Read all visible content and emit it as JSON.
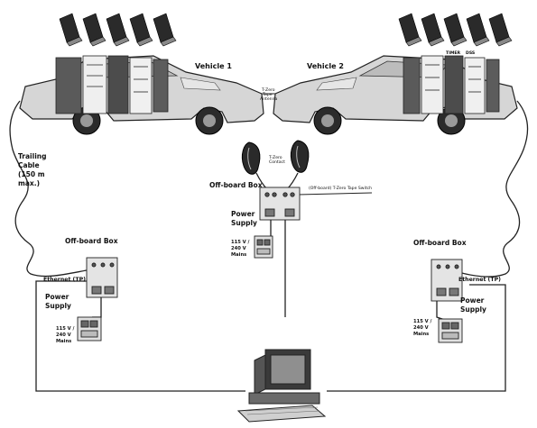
{
  "labels": {
    "vehicle1": "Vehicle 1",
    "vehicle2": "Vehicle 2",
    "tzero_tape_antenna": [
      "T-Zero",
      "Tape",
      "Antenna"
    ],
    "tzero_contact": [
      "T-Zero",
      "Contact"
    ],
    "offboard_switch": "(Off-board) T-Zero Tape Switch",
    "trailing_cable": [
      "Trailing",
      "Cable",
      "(150 m",
      "max.)"
    ],
    "offboard_box_center": "Off-board Box",
    "offboard_box_left": "Off-board Box",
    "offboard_box_right": "Off-board Box",
    "power_supply_center": [
      "Power",
      "Supply"
    ],
    "power_supply_left": [
      "Power",
      "Supply"
    ],
    "power_supply_right": [
      "Power",
      "Supply"
    ],
    "mains_center": [
      "115 V /",
      "240 V",
      "Mains"
    ],
    "mains_left": [
      "115 V /",
      "240 V",
      "Mains"
    ],
    "mains_right": [
      "115 V /",
      "240 V",
      "Mains"
    ],
    "ethernet_left": "Ethernet (TP)",
    "ethernet_right": "Ethernet (TP)",
    "rack_labels_v2": [
      "TIMER",
      "DSS"
    ]
  },
  "icons": {
    "sensor_module": "sensor-module-icon",
    "computer": "desktop-computer-icon",
    "car": "sedan-car-icon"
  }
}
